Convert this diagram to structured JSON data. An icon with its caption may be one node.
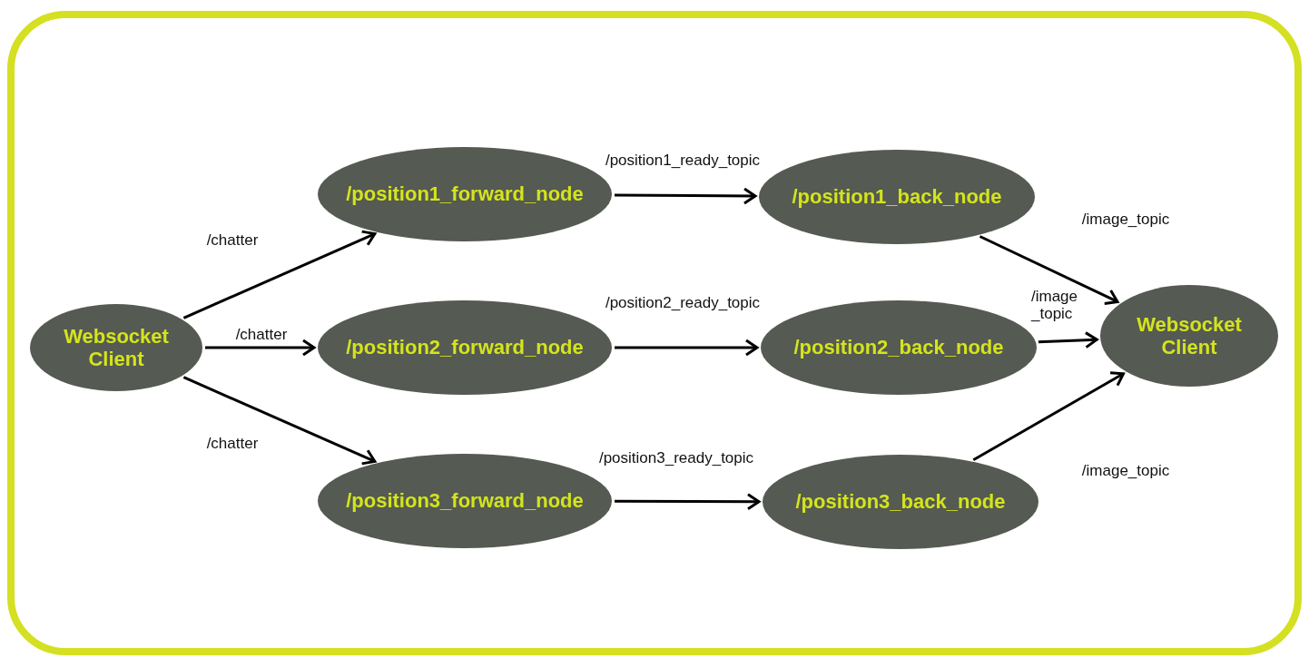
{
  "diagram": {
    "nodes": [
      {
        "text": [
          "Websocket Client"
        ]
      },
      {
        "text": [
          "/position1_forward_node"
        ]
      },
      {
        "text": [
          "/position1_back_node"
        ]
      },
      {
        "text": [
          "/position2_forward_node"
        ]
      },
      {
        "text": [
          "/position2_back_node"
        ]
      },
      {
        "text": [
          "/position3_forward_node"
        ]
      },
      {
        "text": [
          "/position3_back_node"
        ]
      },
      {
        "text": [
          "Websocket Client"
        ]
      }
    ],
    "edges": [
      {
        "from": 0,
        "to": 1,
        "arrow": "to",
        "label": "/chatter"
      },
      {
        "from": 0,
        "to": 3,
        "arrow": "to",
        "label": "/chatter"
      },
      {
        "from": 0,
        "to": 5,
        "arrow": "to",
        "label": "/chatter"
      },
      {
        "from": 1,
        "to": 2,
        "arrow": "to",
        "label": "/position1_ready_topic"
      },
      {
        "from": 3,
        "to": 4,
        "arrow": "to",
        "label": "/position2_ready_topic"
      },
      {
        "from": 5,
        "to": 6,
        "arrow": "to",
        "label": "/position3_ready_topic"
      },
      {
        "from": 2,
        "to": 7,
        "arrow": "to",
        "label": "/image_topic"
      },
      {
        "from": 4,
        "to": 7,
        "arrow": "to",
        "label": "/image _topic"
      },
      {
        "from": 6,
        "to": 7,
        "arrow": "to",
        "label": "/image_topic"
      }
    ]
  }
}
